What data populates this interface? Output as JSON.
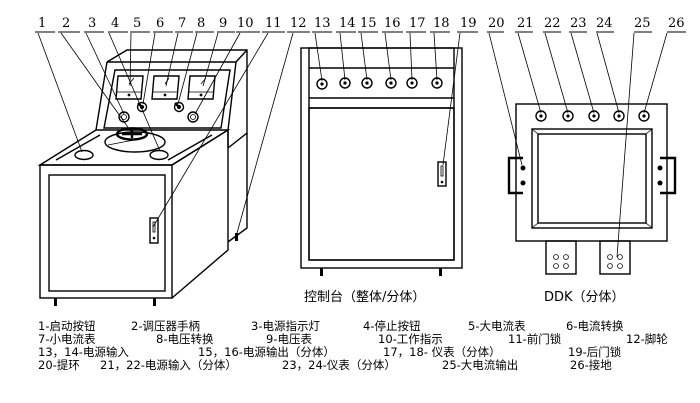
{
  "callouts": {
    "cabinet": [
      "1",
      "2",
      "3",
      "4",
      "5",
      "6",
      "7",
      "8",
      "9",
      "10",
      "11",
      "12"
    ],
    "console": [
      "13",
      "14",
      "15",
      "16",
      "17",
      "18",
      "19"
    ],
    "ddk": [
      "20",
      "21",
      "22",
      "23",
      "24",
      "25",
      "26"
    ]
  },
  "captions": {
    "console": "控制台（整体/分体）",
    "ddk": "DDK（分体）"
  },
  "legend": {
    "rows": [
      [
        "1-启动按钮",
        "2-调压器手柄",
        "3-电源指示灯",
        "4-停止按钮",
        "5-大电流表",
        "6-电流转换"
      ],
      [
        "7-小电流表",
        "8-电压转换",
        "9-电压表",
        "10-工作指示",
        "11-前门锁",
        "12-脚轮"
      ],
      [
        "13，14-电源输入",
        "15，16-电源输出（分体）",
        "17，18- 仪表（分体）",
        "19-后门锁"
      ],
      [
        "20-提环",
        "21，22-电源输入（分体）",
        "23，24-仪表（分体）",
        "25-大电流输出",
        "26-接地"
      ]
    ]
  }
}
